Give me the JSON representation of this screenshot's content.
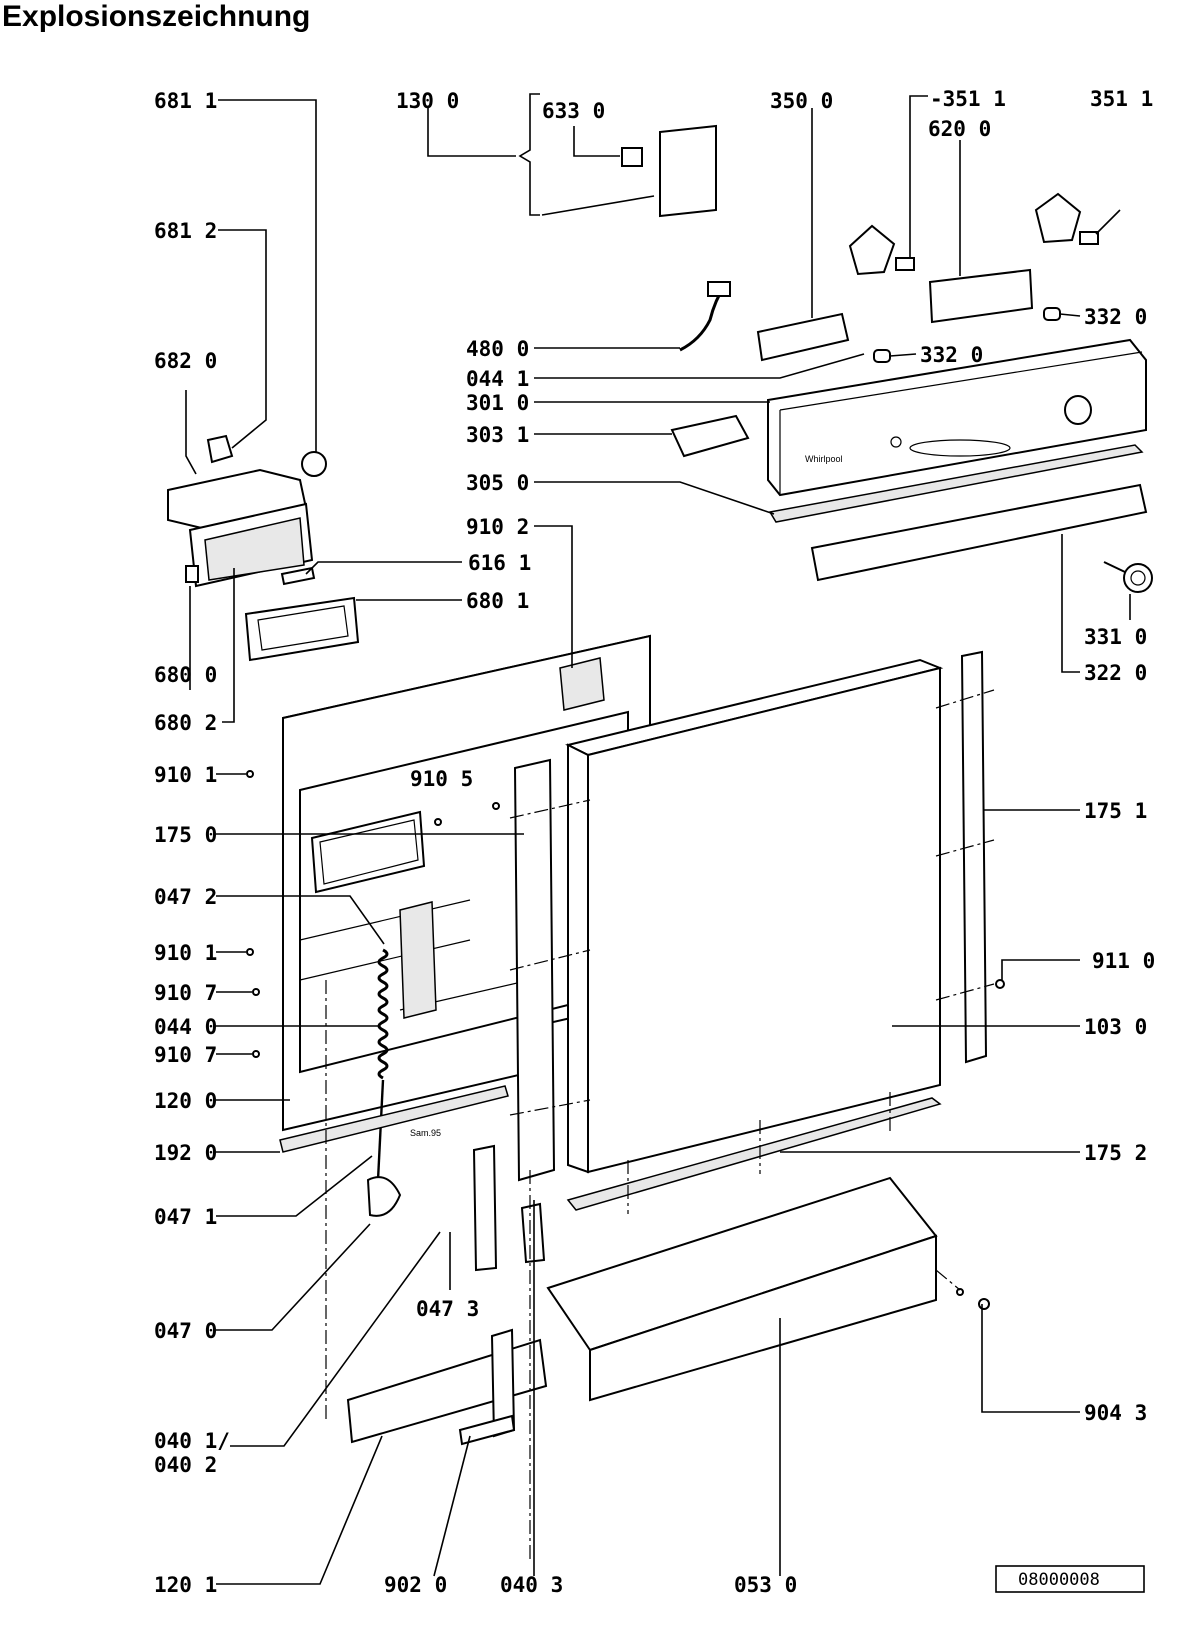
{
  "title": "Explosionszeichnung",
  "brand_logo": "Whirlpool",
  "door_marking": "Sam.95",
  "drawing_code": "08000008",
  "labels": [
    "681 1",
    "681 2",
    "682 0",
    "130 0",
    "633 0",
    "350 0",
    "-351 1",
    "620 0",
    "351 1",
    "332 0",
    "332 0",
    "480 0",
    "044 1",
    "301 0",
    "303 1",
    "305 0",
    "910 2",
    "616 1",
    "680 1",
    "680 0",
    "680 2",
    "910 1",
    "910 5",
    "175 0",
    "047 2",
    "910 1",
    "910 7",
    "044 0",
    "910 7",
    "120 0",
    "192 0",
    "047 1",
    "047 0",
    "040 1/",
    "040 2",
    "120 1",
    "047 3",
    "902 0",
    "040 3",
    "053 0",
    "904 3",
    "175 2",
    "103 0",
    "911 0",
    "175 1",
    "322 0",
    "331 0"
  ]
}
